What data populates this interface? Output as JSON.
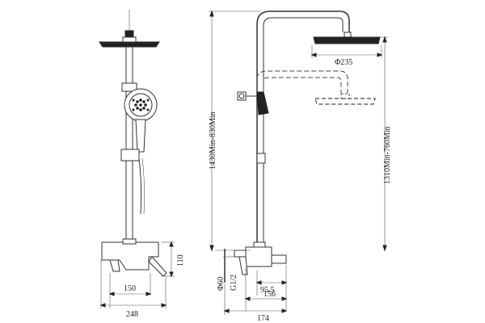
{
  "dimensions": {
    "head_diameter": "Φ235",
    "total_height": "1430Min-830Min",
    "head_height": "1310Min-760Min",
    "mixer_height": "110",
    "pipe_diameter": "Φ60",
    "thread": "G1/2",
    "spout_offset": "95.5",
    "center_distance_side": "150",
    "total_width_front": "248",
    "spout_length": "156",
    "total_depth": "174"
  }
}
